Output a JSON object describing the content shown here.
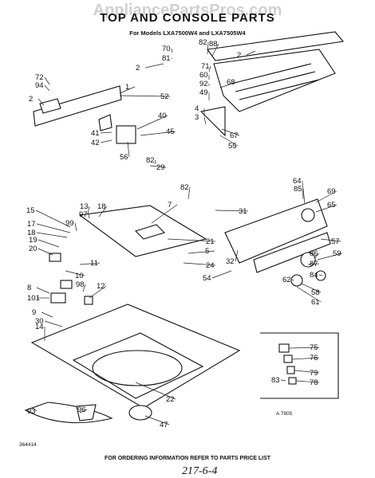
{
  "diagram": {
    "watermark": "AppliancePartsPros.com",
    "title": "TOP AND CONSOLE PARTS",
    "subtitle": "For Models LXA7500W4 and LXA7505W4",
    "footer_note": "FOR ORDERING INFORMATION REFER TO PARTS PRICE LIST",
    "figure_code": "364414",
    "ref_code": "A 7805",
    "handwritten": "217-6-4",
    "part_numbers": [
      "1",
      "2",
      "2",
      "2",
      "3",
      "4",
      "5",
      "7",
      "8",
      "9",
      "10",
      "11",
      "12",
      "13",
      "14",
      "15",
      "17",
      "18",
      "18",
      "19",
      "20",
      "21",
      "22",
      "24",
      "29",
      "30",
      "31",
      "32",
      "40",
      "41",
      "42",
      "45",
      "47",
      "49",
      "52",
      "54",
      "55",
      "56",
      "57",
      "58",
      "59",
      "60",
      "61",
      "62",
      "64",
      "65",
      "67",
      "68",
      "69",
      "70",
      "71",
      "72",
      "75",
      "76",
      "78",
      "79",
      "81",
      "82",
      "82",
      "82",
      "83",
      "84",
      "85",
      "86",
      "87",
      "88",
      "92",
      "93",
      "94",
      "96",
      "97",
      "98",
      "99",
      "101"
    ]
  }
}
